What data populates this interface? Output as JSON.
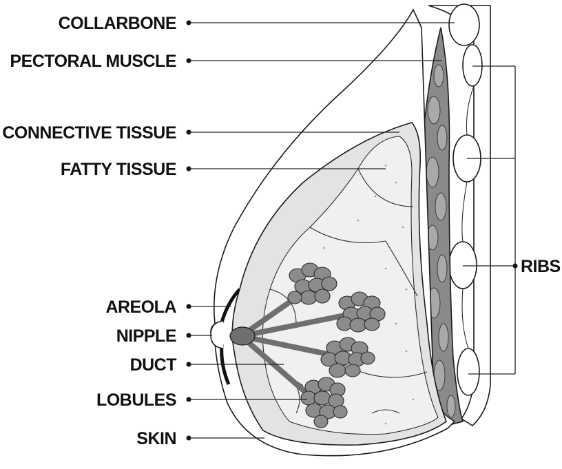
{
  "labels": {
    "collarbone": "COLLARBONE",
    "pectoral_muscle": "PECTORAL MUSCLE",
    "connective_tissue": "CONNECTIVE TISSUE",
    "fatty_tissue": "FATTY TISSUE",
    "areola": "AREOLA",
    "nipple": "NIPPLE",
    "duct": "DUCT",
    "lobules": "LOBULES",
    "skin": "SKIN",
    "ribs": "RIBS"
  },
  "colors": {
    "line": "#1a1a1a",
    "connective": "#e3e3e3",
    "fatty": "#f0f0f0",
    "muscle": "#8a8a8a",
    "lobule": "#8c8c8c",
    "duct": "#6f6f6f"
  }
}
